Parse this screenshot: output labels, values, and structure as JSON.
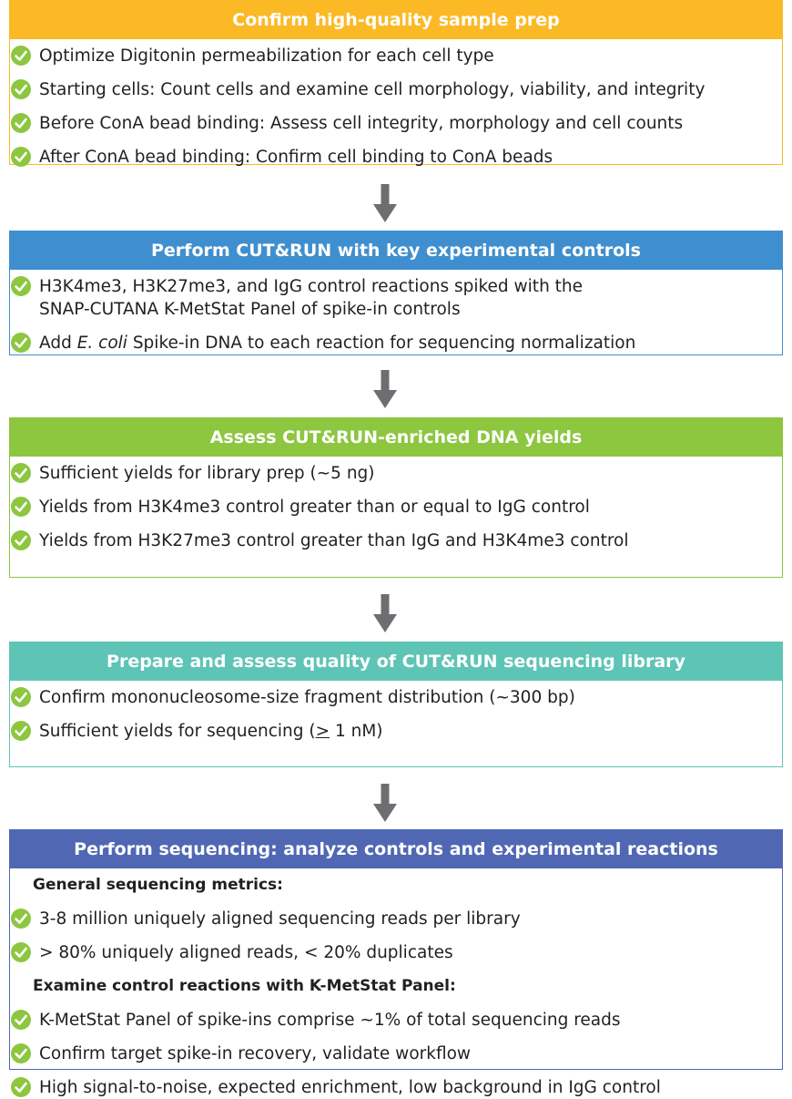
{
  "colors": {
    "check": "#8dc63f",
    "arrow": "#6d6e71",
    "step_1": "#fbb926",
    "step_2": "#3f8fd0",
    "step_3": "#8dc63f",
    "step_4": "#5ec4b6",
    "step_5": "#5068b3"
  },
  "icons": {
    "item": "checkmark-circle-icon",
    "connector": "down-arrow-icon"
  },
  "steps": [
    {
      "title": "Confirm high-quality sample prep",
      "items": [
        {
          "text": "Optimize Digitonin permeabilization for each cell type"
        },
        {
          "text": "Starting cells: Count cells and examine cell morphology, viability, and integrity"
        },
        {
          "text": "Before ConA bead binding: Assess cell integrity, morphology and cell counts"
        },
        {
          "text": "After ConA bead binding: Confirm cell binding to ConA beads"
        }
      ]
    },
    {
      "title": "Perform CUT&RUN with key experimental controls",
      "items": [
        {
          "text": "H3K4me3, H3K27me3, and IgG control reactions spiked with the",
          "line2": "SNAP-CUTANA K-MetStat Panel of spike-in controls"
        },
        {
          "text_before": "Add ",
          "italic": "E. coli",
          "text_after": " Spike-in DNA to each reaction for sequencing normalization"
        }
      ]
    },
    {
      "title": "Assess CUT&RUN-enriched DNA yields",
      "items": [
        {
          "text": "Sufficient yields for library prep (~5 ng)"
        },
        {
          "text": "Yields from H3K4me3 control greater than or equal to IgG control"
        },
        {
          "text": "Yields from H3K27me3 control greater than IgG and H3K4me3 control"
        }
      ]
    },
    {
      "title": "Prepare and assess quality of CUT&RUN sequencing library",
      "items": [
        {
          "text": "Confirm mononucleosome-size fragment distribution (~300 bp)"
        },
        {
          "text_before": "Sufficient yields for sequencing (",
          "underlined": ">",
          "text_after": " 1 nM)"
        }
      ]
    },
    {
      "title": "Perform sequencing: analyze controls and experimental reactions",
      "items": [
        {
          "sub": true,
          "text": "General sequencing metrics:"
        },
        {
          "text": "3-8 million uniquely aligned sequencing reads per library"
        },
        {
          "text": "> 80% uniquely aligned reads, < 20% duplicates"
        },
        {
          "sub": true,
          "text": "Examine control reactions with K-MetStat Panel:"
        },
        {
          "text": "K-MetStat Panel of spike-ins comprise ~1% of total sequencing reads"
        },
        {
          "text": "Confirm target spike-in recovery, validate workflow"
        },
        {
          "text": "High signal-to-noise, expected enrichment, low background in IgG control"
        }
      ]
    }
  ]
}
